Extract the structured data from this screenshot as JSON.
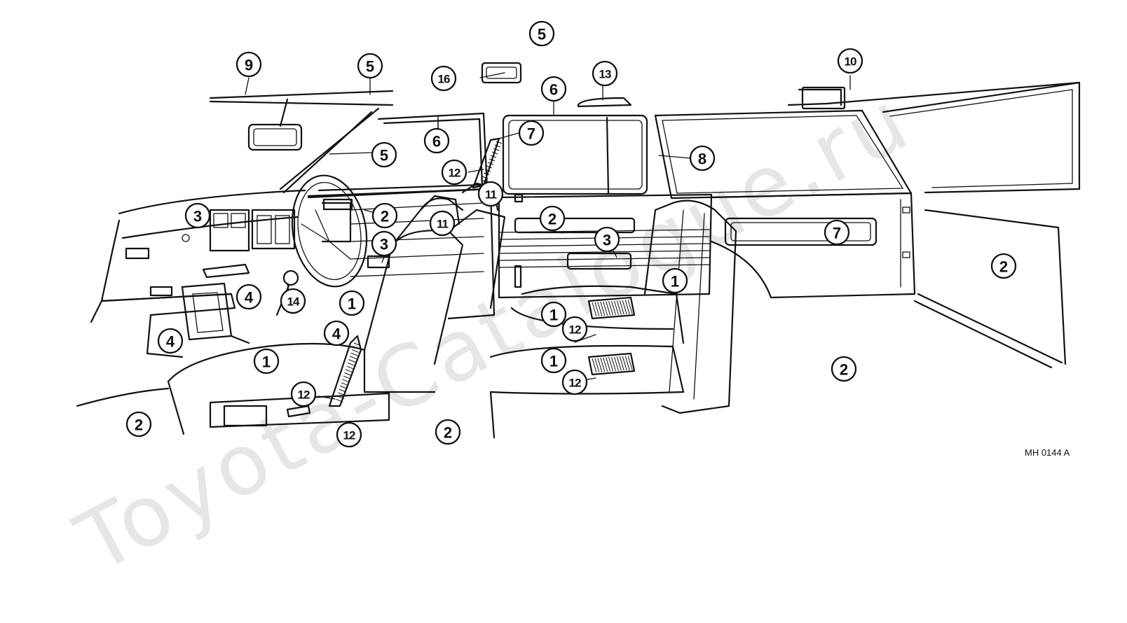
{
  "watermark": "Toyota-Catalogue.ru",
  "figure_code": "MH 0144 A",
  "callouts": [
    {
      "id": "c-9",
      "label": "9"
    },
    {
      "id": "c-5a",
      "label": "5"
    },
    {
      "id": "c-5b",
      "label": "5"
    },
    {
      "id": "c-16",
      "label": "16"
    },
    {
      "id": "c-13",
      "label": "13"
    },
    {
      "id": "c-10",
      "label": "10"
    },
    {
      "id": "c-6a",
      "label": "6"
    },
    {
      "id": "c-6b",
      "label": "6"
    },
    {
      "id": "c-7a",
      "label": "7"
    },
    {
      "id": "c-5c",
      "label": "5"
    },
    {
      "id": "c-8",
      "label": "8"
    },
    {
      "id": "c-12a",
      "label": "12"
    },
    {
      "id": "c-11a",
      "label": "11"
    },
    {
      "id": "c-3a",
      "label": "3"
    },
    {
      "id": "c-2a",
      "label": "2"
    },
    {
      "id": "c-11b",
      "label": "11"
    },
    {
      "id": "c-2b",
      "label": "2"
    },
    {
      "id": "c-3b",
      "label": "3"
    },
    {
      "id": "c-3c",
      "label": "3"
    },
    {
      "id": "c-7b",
      "label": "7"
    },
    {
      "id": "c-2c",
      "label": "2"
    },
    {
      "id": "c-1a",
      "label": "1"
    },
    {
      "id": "c-4a",
      "label": "4"
    },
    {
      "id": "c-14",
      "label": "14"
    },
    {
      "id": "c-1b",
      "label": "1"
    },
    {
      "id": "c-1c",
      "label": "1"
    },
    {
      "id": "c-12b",
      "label": "12"
    },
    {
      "id": "c-4b",
      "label": "4"
    },
    {
      "id": "c-4c",
      "label": "4"
    },
    {
      "id": "c-1d",
      "label": "1"
    },
    {
      "id": "c-1e",
      "label": "1"
    },
    {
      "id": "c-2d",
      "label": "2"
    },
    {
      "id": "c-12c",
      "label": "12"
    },
    {
      "id": "c-12d",
      "label": "12"
    },
    {
      "id": "c-2e",
      "label": "2"
    },
    {
      "id": "c-12e",
      "label": "12"
    },
    {
      "id": "c-2f",
      "label": "2"
    }
  ]
}
